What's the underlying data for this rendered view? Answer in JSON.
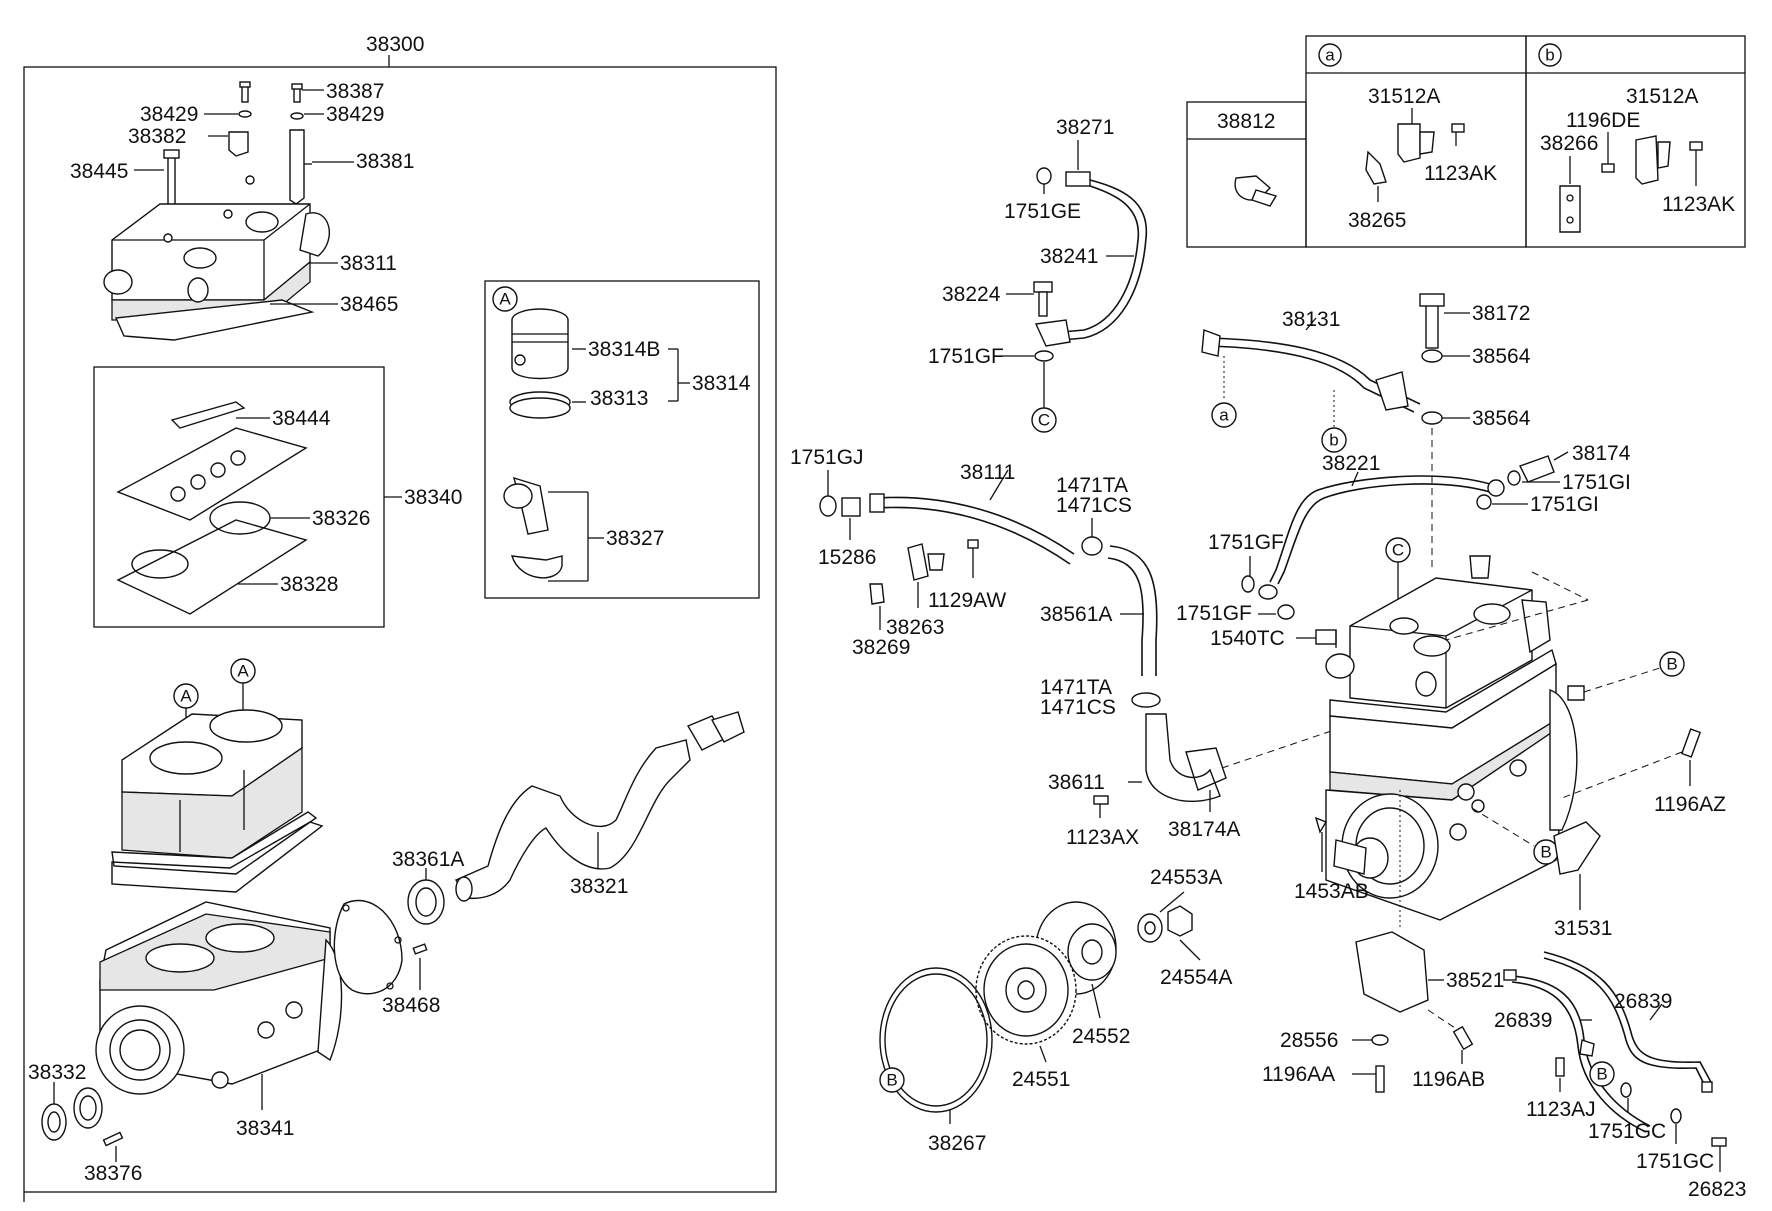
{
  "assembly": {
    "main_label": "38300",
    "cylinder_head_set": "38340",
    "piston_group": "38314"
  },
  "callouts": {
    "c38387": "38387",
    "c38429a": "38429",
    "c38429b": "38429",
    "c38382": "38382",
    "c38381": "38381",
    "c38445": "38445",
    "c38311": "38311",
    "c38465": "38465",
    "c38444": "38444",
    "c38326": "38326",
    "c38328": "38328",
    "c38314B": "38314B",
    "c38313": "38313",
    "c38327": "38327",
    "c38361A": "38361A",
    "c38321": "38321",
    "c38468": "38468",
    "c38332": "38332",
    "c38341": "38341",
    "c38376": "38376",
    "c38271": "38271",
    "c1751GE": "1751GE",
    "c38241": "38241",
    "c38224": "38224",
    "c1751GF_a": "1751GF",
    "c1751GJ": "1751GJ",
    "c38111": "38111",
    "c1471TA_a": "1471TA",
    "c1471CS_a": "1471CS",
    "c15286": "15286",
    "c1129AW": "1129AW",
    "c38263": "38263",
    "c38269": "38269",
    "c38561A": "38561A",
    "c1471TA_b": "1471TA",
    "c1471CS_b": "1471CS",
    "c38611": "38611",
    "c1123AX": "1123AX",
    "c38174A": "38174A",
    "c24553A": "24553A",
    "c24554A": "24554A",
    "c24552": "24552",
    "c24551": "24551",
    "c38267": "38267",
    "c38812": "38812",
    "c31512A_a": "31512A",
    "c1123AK_a": "1123AK",
    "c38265": "38265",
    "c31512A_b": "31512A",
    "c1196DE": "1196DE",
    "c38266": "38266",
    "c1123AK_b": "1123AK",
    "c38131": "38131",
    "c38172": "38172",
    "c38564a": "38564",
    "c38564b": "38564",
    "c38174": "38174",
    "c38221": "38221",
    "c1751GI_a": "1751GI",
    "c1751GI_b": "1751GI",
    "c1751GF_b": "1751GF",
    "c1751GF_c": "1751GF",
    "c1540TC": "1540TC",
    "c1196AZ": "1196AZ",
    "c1453AB": "1453AB",
    "c31531": "31531",
    "c38521": "38521",
    "c28556": "28556",
    "c1196AA": "1196AA",
    "c1196AB": "1196AB",
    "c26839a": "26839",
    "c26839b": "26839",
    "c1123AJ": "1123AJ",
    "c1751GC_a": "1751GC",
    "c1751GC_b": "1751GC",
    "c26823": "26823"
  },
  "markers": {
    "A": "A",
    "B": "B",
    "C": "C",
    "a": "a",
    "b": "b"
  },
  "detail_table": {
    "col_a": "a",
    "col_b": "b"
  }
}
